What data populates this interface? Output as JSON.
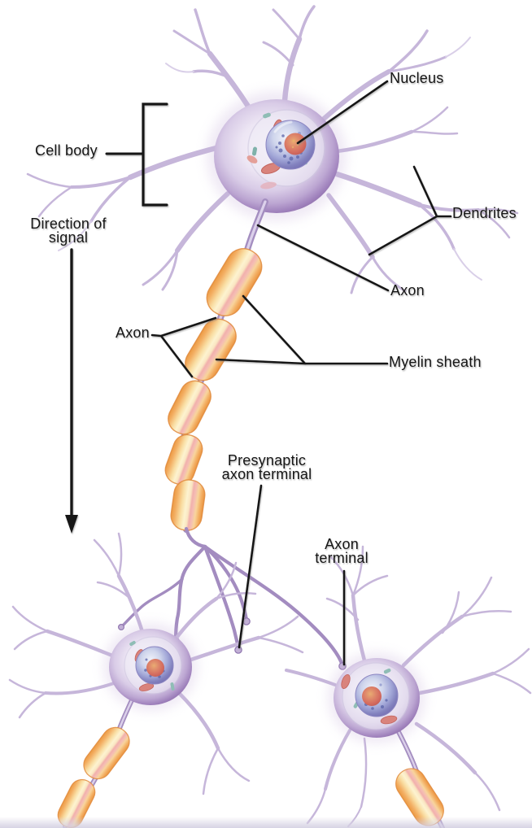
{
  "labels": {
    "nucleus": "Nucleus",
    "cell_body": "Cell body",
    "direction_of_signal_line1": "Direction of",
    "direction_of_signal_line2": "signal",
    "dendrites": "Dendrites",
    "axon_upper": "Axon",
    "axon_mid": "Axon",
    "myelin_sheath": "Myelin sheath",
    "presynaptic_line1": "Presynaptic",
    "presynaptic_line2": "axon terminal",
    "axon_terminal_line1": "Axon",
    "axon_terminal_line2": "terminal"
  },
  "colors": {
    "background": "#FFFFFF",
    "label_text": "#161616",
    "pointer_line": "#161616",
    "myelin_orange": "#EB9A43",
    "myelin_cream": "#FDF3D0",
    "myelin_pink": "#F2B0AC",
    "soma_purple_edge": "#8E6FA9",
    "soma_light": "#EDE6F4",
    "dendrite_lavender": "#C6B6DA",
    "axon_lavender": "#A48EC0",
    "nucleus_blue": "#726CB0",
    "nucleolus_red": "#D56D60",
    "organelle_teal": "#8FBDB5",
    "organelle_red": "#D9837C",
    "floor_shadow": "#D6D2E3"
  }
}
